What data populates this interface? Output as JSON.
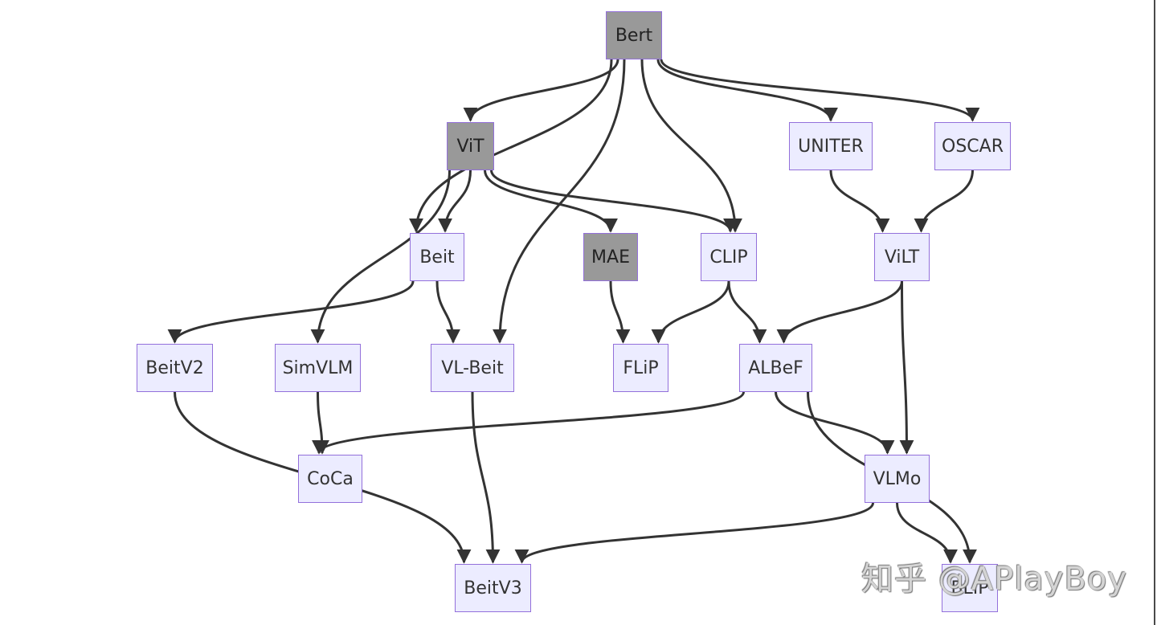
{
  "nodes": [
    {
      "id": "bert",
      "label": "Bert",
      "dark": true
    },
    {
      "id": "vit",
      "label": "ViT",
      "dark": true
    },
    {
      "id": "uniter",
      "label": "UNITER",
      "dark": false
    },
    {
      "id": "oscar",
      "label": "OSCAR",
      "dark": false
    },
    {
      "id": "beit",
      "label": "Beit",
      "dark": false
    },
    {
      "id": "mae",
      "label": "MAE",
      "dark": true
    },
    {
      "id": "clip",
      "label": "CLIP",
      "dark": false
    },
    {
      "id": "vilt",
      "label": "ViLT",
      "dark": false
    },
    {
      "id": "beitv2",
      "label": "BeitV2",
      "dark": false
    },
    {
      "id": "simvlm",
      "label": "SimVLM",
      "dark": false
    },
    {
      "id": "vlbeit",
      "label": "VL-Beit",
      "dark": false
    },
    {
      "id": "flip",
      "label": "FLiP",
      "dark": false
    },
    {
      "id": "albef",
      "label": "ALBeF",
      "dark": false
    },
    {
      "id": "coca",
      "label": "CoCa",
      "dark": false
    },
    {
      "id": "vlmo",
      "label": "VLMo",
      "dark": false
    },
    {
      "id": "beitv3",
      "label": "BeitV3",
      "dark": false
    },
    {
      "id": "blip",
      "label": "BLIP",
      "dark": false
    }
  ],
  "edges": [
    [
      "bert",
      "vit"
    ],
    [
      "bert",
      "beit"
    ],
    [
      "bert",
      "vlbeit"
    ],
    [
      "bert",
      "clip"
    ],
    [
      "bert",
      "uniter"
    ],
    [
      "bert",
      "oscar"
    ],
    [
      "vit",
      "beit"
    ],
    [
      "vit",
      "simvlm"
    ],
    [
      "vit",
      "mae"
    ],
    [
      "vit",
      "clip"
    ],
    [
      "uniter",
      "vilt"
    ],
    [
      "oscar",
      "vilt"
    ],
    [
      "beit",
      "beitv2"
    ],
    [
      "beit",
      "vlbeit"
    ],
    [
      "mae",
      "flip"
    ],
    [
      "clip",
      "flip"
    ],
    [
      "clip",
      "albef"
    ],
    [
      "vilt",
      "albef"
    ],
    [
      "vilt",
      "vlmo"
    ],
    [
      "beitv2",
      "beitv3"
    ],
    [
      "simvlm",
      "coca"
    ],
    [
      "vlbeit",
      "beitv3"
    ],
    [
      "albef",
      "coca"
    ],
    [
      "albef",
      "vlmo"
    ],
    [
      "albef",
      "blip"
    ],
    [
      "vlmo",
      "beitv3"
    ],
    [
      "vlmo",
      "blip"
    ]
  ],
  "colors": {
    "node_fill": "#ececff",
    "node_border": "#9370db",
    "dark_fill": "#999999",
    "edge": "#333333"
  },
  "watermark": "知乎 @APlayBoy"
}
